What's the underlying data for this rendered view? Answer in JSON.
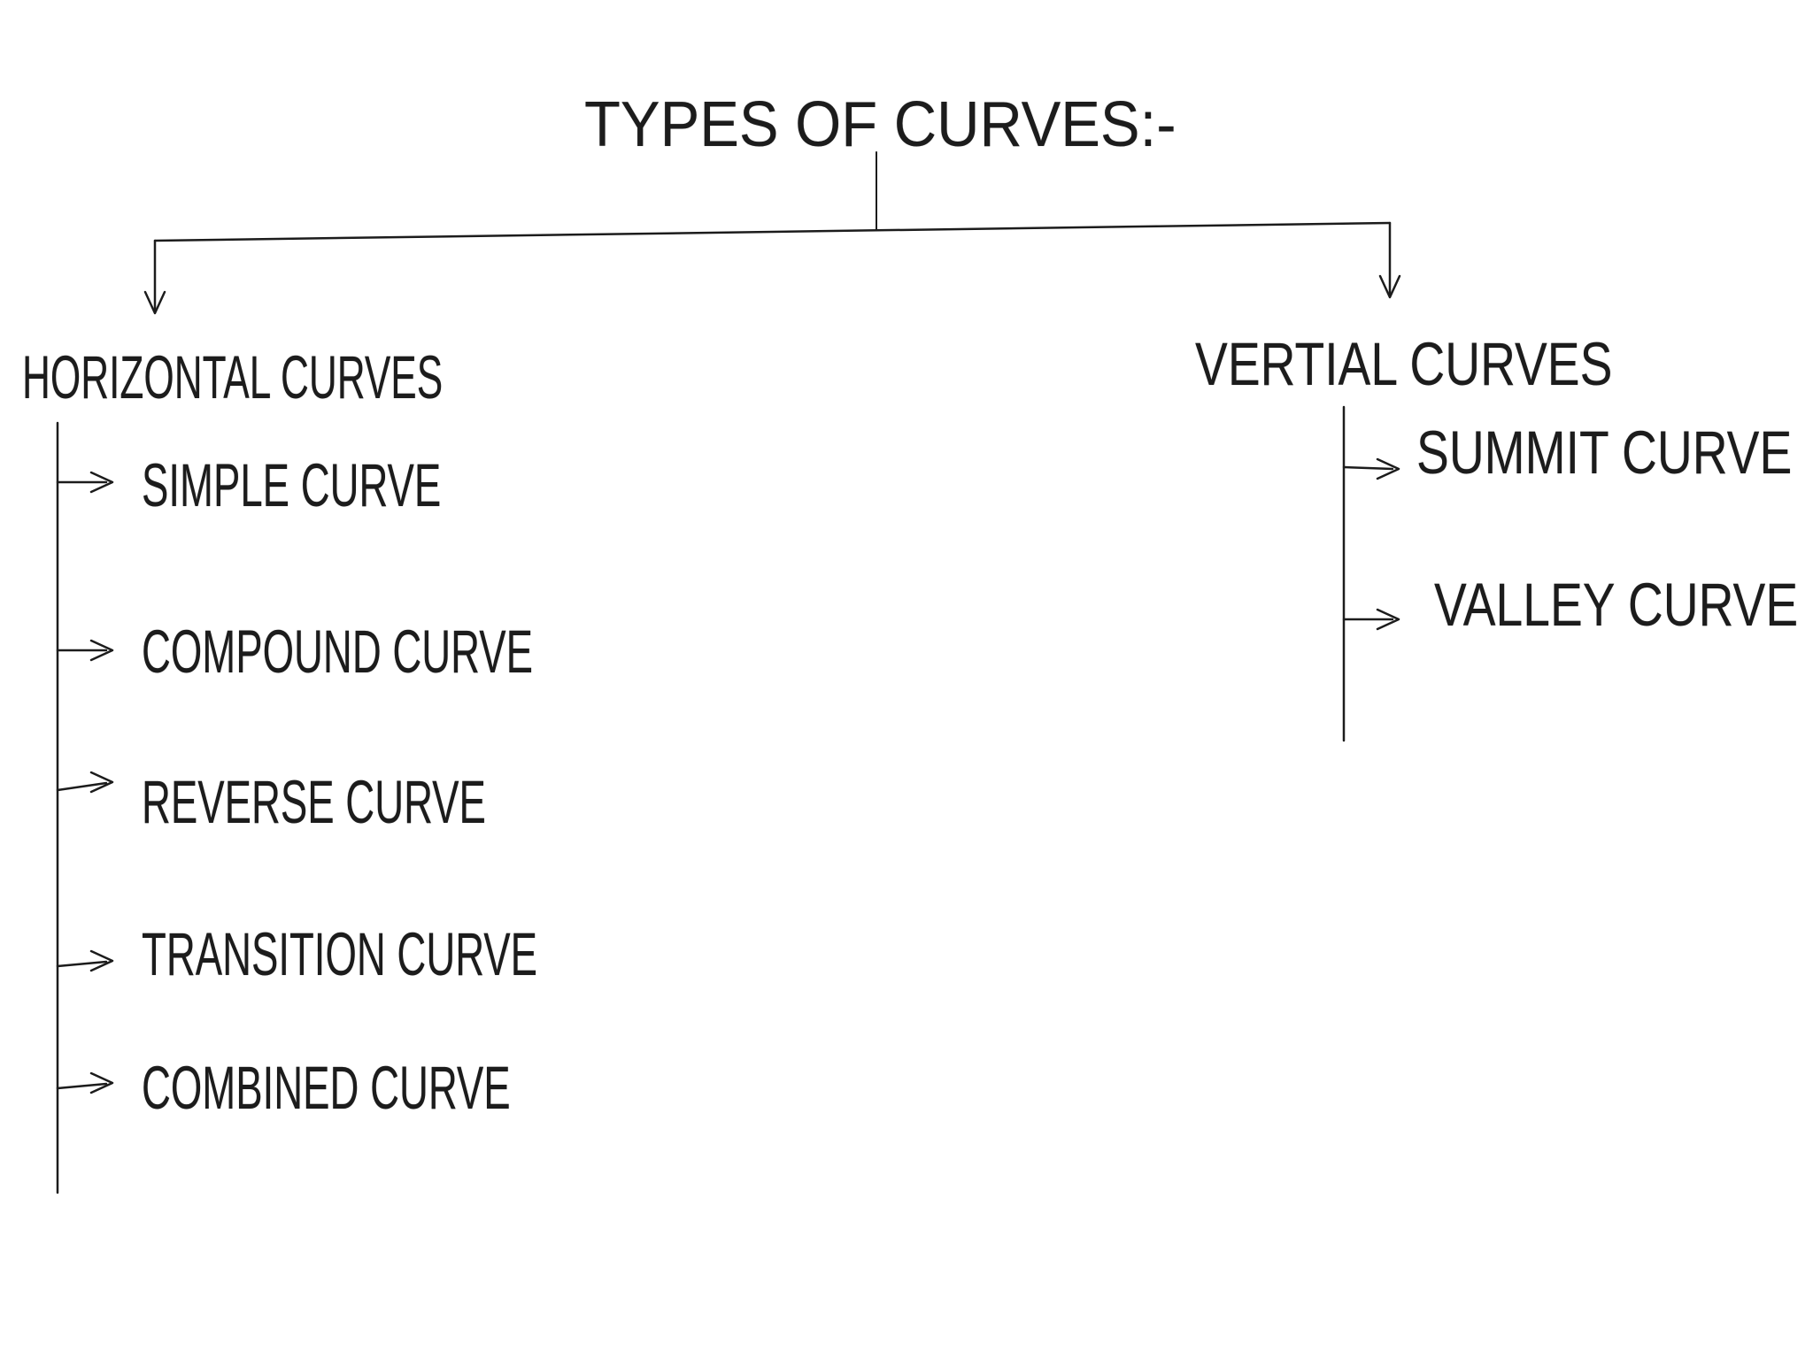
{
  "diagram": {
    "title": "TYPES OF CURVES:-",
    "colors": {
      "ink": "#1c1c1c",
      "background": "#ffffff"
    },
    "branches": [
      {
        "label": "HORIZONTAL CURVES",
        "children": [
          "SIMPLE CURVE",
          "COMPOUND CURVE",
          "REVERSE CURVE",
          "TRANSITION CURVE",
          "COMBINED CURVE"
        ]
      },
      {
        "label": "VERTIAL CURVES",
        "children": [
          "SUMMIT CURVE",
          "VALLEY CURVE"
        ]
      }
    ]
  }
}
